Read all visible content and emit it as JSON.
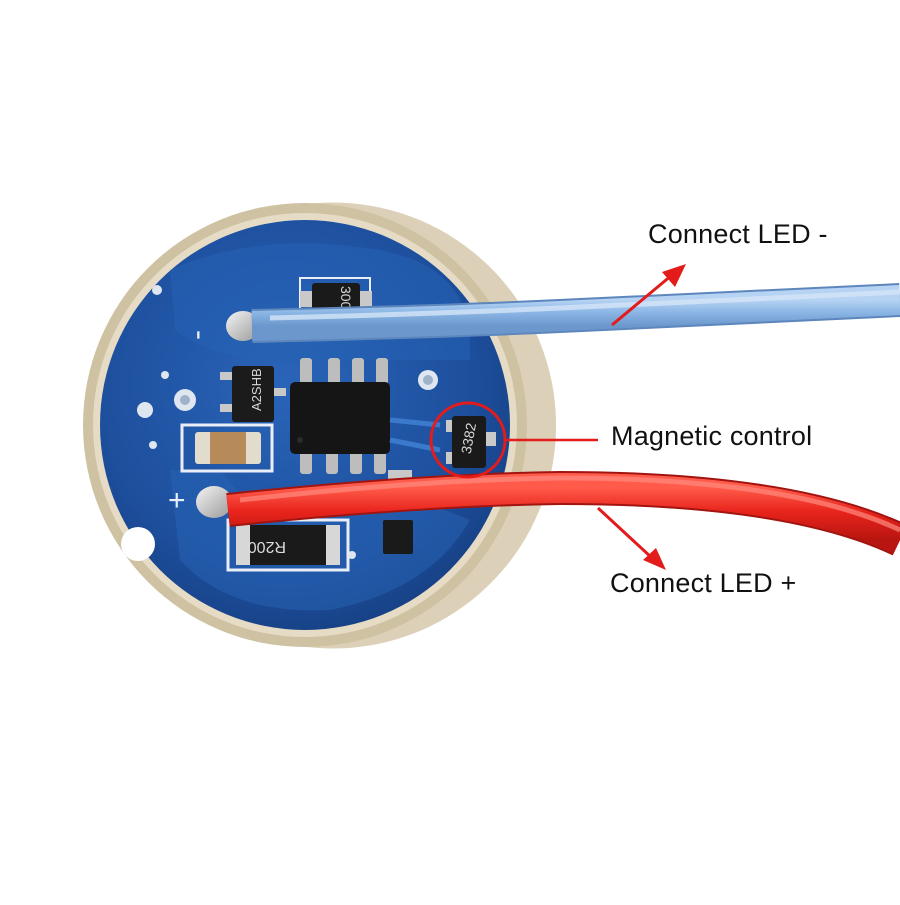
{
  "labels": {
    "connect_led_negative": "Connect LED -",
    "magnetic_control": "Magnetic control",
    "connect_led_positive": "Connect LED +"
  },
  "board_markings": {
    "negative_pad": "-",
    "positive_pad": "+",
    "chip_top": "300",
    "chip_left": "A2SHB",
    "resistor": "R200",
    "hall_sensor": "3382"
  },
  "colors": {
    "background": "#ffffff",
    "pcb_blue": "#1e4f9c",
    "pcb_edge": "#d9cdb2",
    "wire_negative": "#8fb9e8",
    "wire_positive": "#e8241c",
    "arrow": "#e31b1b",
    "label_text": "#111111"
  }
}
